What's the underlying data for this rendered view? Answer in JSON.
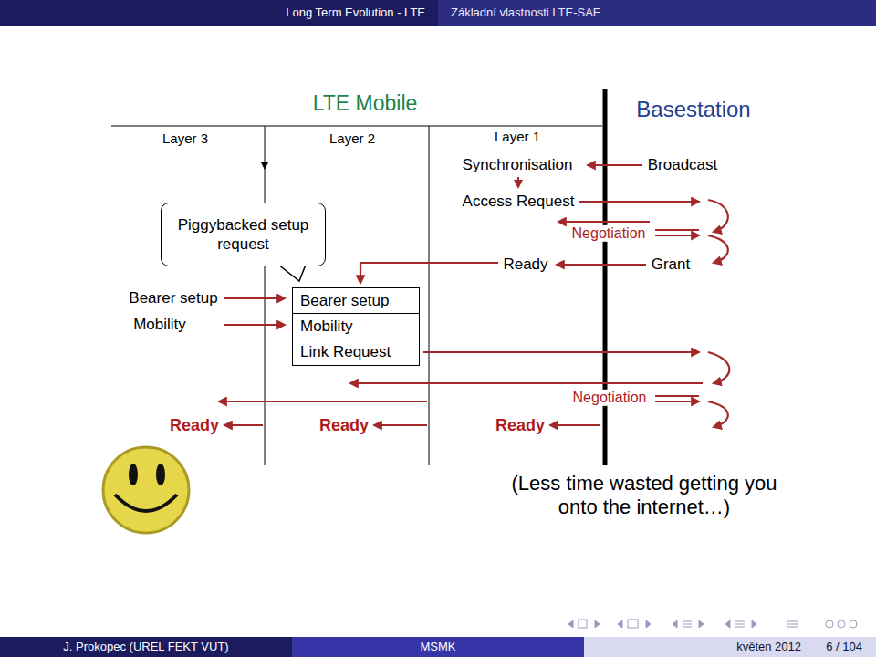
{
  "diagram": {
    "caption": "(Less time wasted getting you onto the internet…)",
    "nodes": [
      {
        "text": [
          "Piggybacked setup request"
        ]
      },
      {
        "text": [
          "Bearer setup"
        ]
      },
      {
        "text": [
          "Mobility"
        ]
      },
      {
        "text": [
          "Link Request"
        ]
      }
    ],
    "labels": [
      "Long Term Evolution - LTE",
      "Základní vlastnosti LTE-SAE",
      "LTE Mobile",
      "Basestation",
      "Layer 3",
      "Layer 2",
      "Layer 1",
      "Synchronisation",
      "Broadcast",
      "Access Request",
      "Negotiation",
      "Ready",
      "Grant",
      "Bearer setup",
      "Mobility",
      "Negotiation",
      "Ready",
      "Ready",
      "Ready",
      "J. Prokopec (UREL FEKT VUT)",
      "MSMK",
      "květen 2012",
      "6 / 104"
    ]
  }
}
